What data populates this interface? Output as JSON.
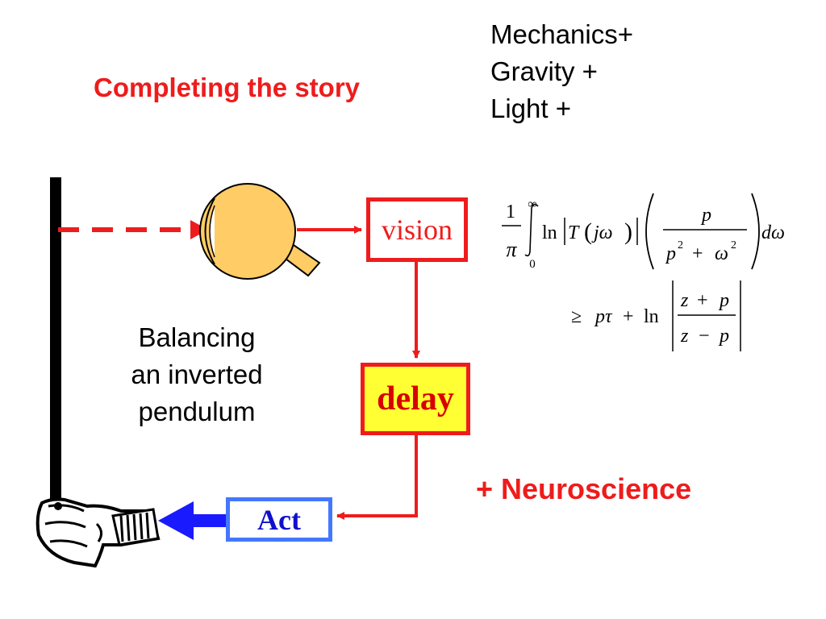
{
  "slide": {
    "title": "Completing the story",
    "topics": [
      "Mechanics+",
      "Gravity +",
      "Light +"
    ],
    "caption_lines": [
      "Balancing",
      "an inverted",
      "pendulum"
    ],
    "neuroscience": "+ Neuroscience"
  },
  "diagram": {
    "vision_label": "vision",
    "delay_label": "delay",
    "act_label": "Act",
    "colors": {
      "signal": "#ee1c1c",
      "action": "#1a1aff",
      "act_border": "#4477ff",
      "delay_fill": "#ffff33",
      "eye_fill": "#ffcc66",
      "pendulum": "#000000"
    }
  },
  "equation": {
    "line1": "(1/π) ∫₀^∞ ln|T(jω)| ( p / (p² + ω²) ) dω",
    "line2": "≥ pτ + ln| (z + p) / (z − p) |",
    "glyphs": {
      "one": "1",
      "pi": "π",
      "infinity": "∞",
      "zero": "0",
      "ln": "ln",
      "T": "T",
      "jw": "jω",
      "p": "p",
      "p_sq": "p",
      "plus": "+",
      "omega": "ω",
      "two": "2",
      "d_omega": "dω",
      "geq": "≥",
      "p_tau": "pτ",
      "z": "z",
      "minus": "−"
    }
  }
}
